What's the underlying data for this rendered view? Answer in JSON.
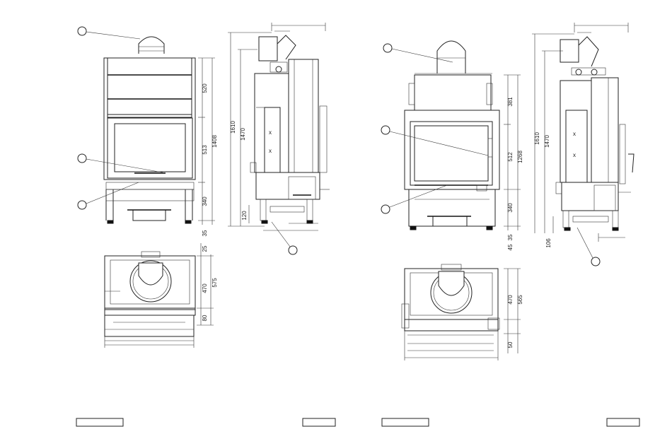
{
  "sheets": [
    {
      "front_dims": [
        "520",
        "513",
        "1408",
        "340",
        "35"
      ],
      "side_dims": [
        "1610",
        "1470",
        "120"
      ],
      "plan_dims": [
        "25",
        "470",
        "575",
        "80"
      ]
    },
    {
      "front_dims": [
        "381",
        "512",
        "1268",
        "340",
        "45",
        "35"
      ],
      "side_dims": [
        "1610",
        "1470",
        "106"
      ],
      "plan_dims": [
        "470",
        "565",
        "50"
      ]
    }
  ]
}
